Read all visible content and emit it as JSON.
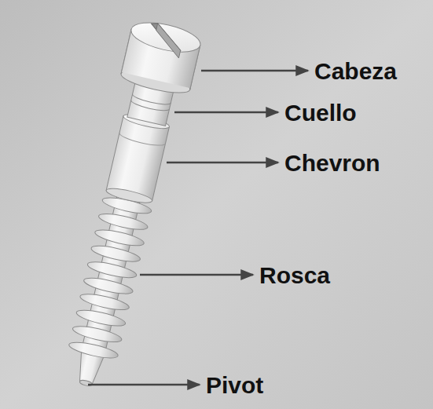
{
  "diagram": {
    "labels": [
      "Cabeza",
      "Cuello",
      "Chevron",
      "Rosca",
      "Pivot"
    ]
  }
}
